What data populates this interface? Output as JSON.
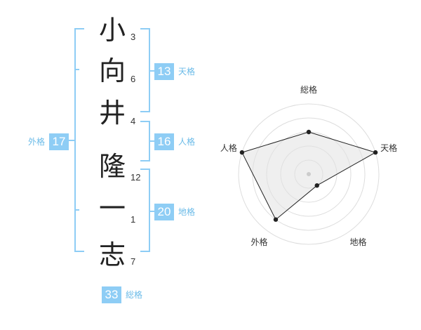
{
  "name_chars": [
    {
      "char": "小",
      "strokes": "3"
    },
    {
      "char": "向",
      "strokes": "6"
    },
    {
      "char": "井",
      "strokes": "4"
    },
    {
      "char": "隆",
      "strokes": "12"
    },
    {
      "char": "一",
      "strokes": "1"
    },
    {
      "char": "志",
      "strokes": "7"
    }
  ],
  "kaku": {
    "tenkaku": {
      "value": "13",
      "label": "天格"
    },
    "jinkaku": {
      "value": "16",
      "label": "人格"
    },
    "chikaku": {
      "value": "20",
      "label": "地格"
    },
    "gaikaku": {
      "value": "17",
      "label": "外格"
    },
    "soukaku": {
      "value": "33",
      "label": "総格"
    }
  },
  "chart_data": {
    "type": "radar",
    "axes": [
      "総格",
      "天格",
      "地格",
      "外格",
      "人格"
    ],
    "values": [
      3,
      5,
      1,
      4,
      5
    ],
    "max": 5,
    "rings": 5
  },
  "colors": {
    "accent": "#8ecdf5",
    "label": "#6bbbe8",
    "fill": "#f2f2f2",
    "line": "#222222"
  }
}
